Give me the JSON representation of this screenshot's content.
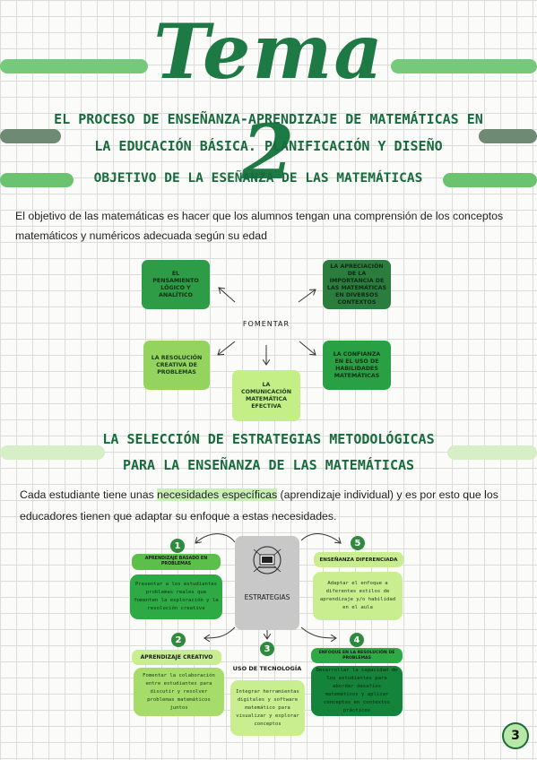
{
  "title": "Tema 2",
  "heading": {
    "line1": "EL PROCESO DE ENSEÑANZA-APRENDIZAJE DE MATEMÁTICAS EN",
    "line2": "LA EDUCACIÓN BÁSICA. PLANIFICACIÓN Y DISEÑO"
  },
  "section1": {
    "heading": "OBJETIVO DE LA ESEÑANZA DE LAS MATEMÁTICAS",
    "text_line1": "El objetivo de las matemáticas es hacer que los alumnos tengan una comprensión de los conceptos",
    "text_line2": "matemáticos y numéricos adecuada según su edad",
    "center_label": "FOMENTAR",
    "boxes": {
      "pensamiento": "EL PENSAMIENTO LÓGICO Y ANALÍTICO",
      "apreciacion": "LA APRECIACIÓN DE LA IMPORTANCIA DE LAS MATEMÁTICAS EN DIVERSOS CONTEXTOS",
      "resolucion": "LA RESOLUCIÓN CREATIVA DE PROBLEMAS",
      "confianza": "LA CONFIANZA EN EL USO DE HABILIDADES MATEMÁTICAS",
      "comunicacion": "LA COMUNICACIÓN MATEMÁTICA EFECTIVA"
    }
  },
  "section2": {
    "heading_line1": "LA SELECCIÓN DE ESTRATEGIAS METODOLÓGICAS",
    "heading_line2": "PARA LA ENSEÑANZA DE LAS MATEMÁTICAS",
    "text_line1_a": "Cada estudiante tiene unas ",
    "text_line1_highlight": "necesidades específicas",
    "text_line1_b": " (aprendizaje individual) y es por esto que los",
    "text_line2": "educadores tienen que adaptar su enfoque a estas necesidades.",
    "center_label": "ESTRATEGIAS",
    "strategies": [
      {
        "number": "1",
        "title": "APRENDIZAJE BASADO EN PROBLEMAS",
        "description": "Presentar a los estudiantes problemas reales que fomenten la exploración y la resolución creativa"
      },
      {
        "number": "2",
        "title": "APRENDIZAJE CREATIVO",
        "description": "Fomentar la colaboración entre estudiantes para discutir y resolver problemas matemáticos juntos"
      },
      {
        "number": "3",
        "title": "USO DE TECNOLOGÍA",
        "description": "Integrar herramientas digitales y software matemático para visualizar y explorar conceptos"
      },
      {
        "number": "4",
        "title": "ENFOQUE EN LA RESOLUCIÓN DE PROBLEMAS",
        "description": "Desarrollar la capacidad de los estudiantes para abordar desafíos matemáticos y aplicar conceptos en contextos prácticos"
      },
      {
        "number": "5",
        "title": "ENSEÑANZA DIFERENCIADA",
        "description": "Adaptar el enfoque a diferentes estilos de aprendizaje y/o habilidad en el aula"
      }
    ]
  },
  "page_number": "3",
  "colors": {
    "dark_green": "#176b3c",
    "mid_green": "#2e9b46",
    "light_green": "#a6dc6a",
    "pale_green": "#d4f1b0",
    "gray": "#c8c8c8"
  }
}
